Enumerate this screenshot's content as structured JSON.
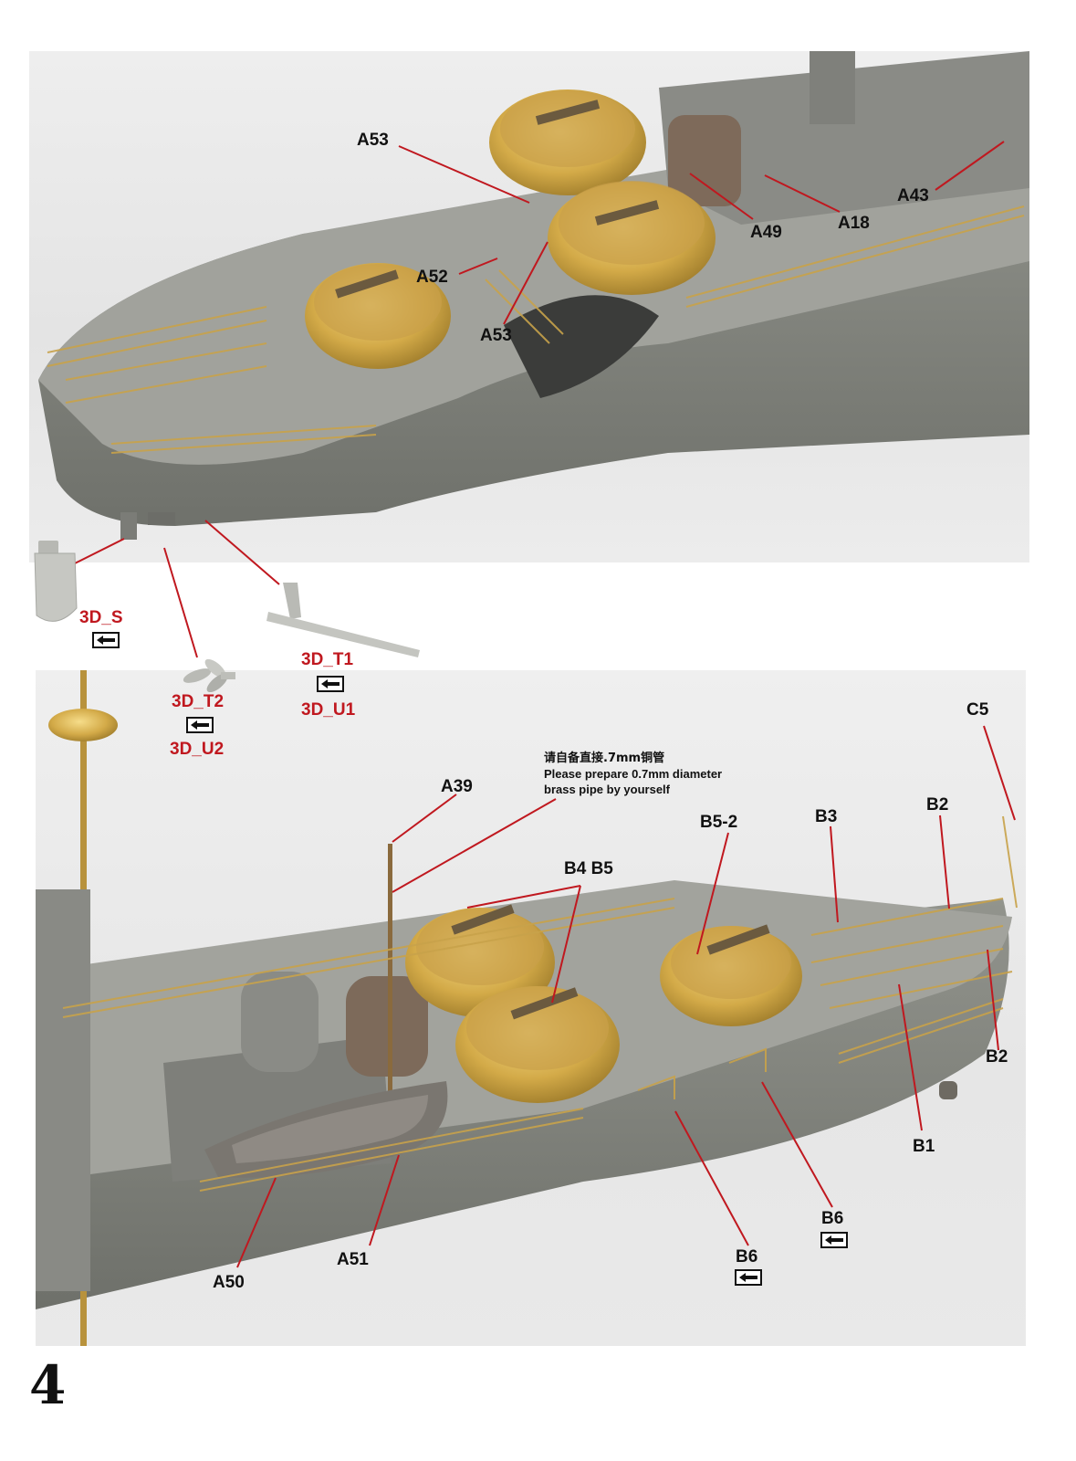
{
  "page_number": "4",
  "top_photo": {
    "labels": {
      "a53_top": "A53",
      "a53_bottom": "A53",
      "a52": "A52",
      "a49": "A49",
      "a18": "A18",
      "a43": "A43"
    }
  },
  "loose_parts": {
    "rudder": "3D_S",
    "propeller_a": "3D_T2",
    "propeller_b": "3D_U2",
    "shaft_a": "3D_T1",
    "shaft_b": "3D_U1"
  },
  "bottom_photo": {
    "note_lines": [
      "请自备直接.7mm铜管",
      "Please prepare 0.7mm diameter",
      "brass pipe by yourself"
    ],
    "labels": {
      "a39": "A39",
      "b4b5": "B4 B5",
      "b5_2": "B5-2",
      "b3": "B3",
      "b2_top": "B2",
      "b2_right": "B2",
      "c5": "C5",
      "b1": "B1",
      "b6_right": "B6",
      "b6_left": "B6",
      "a51": "A51",
      "a50": "A50"
    }
  },
  "colors": {
    "hull_grey": "#8a8c85",
    "deck_grey": "#9d9e98",
    "brass": "#d8b456",
    "leader_red": "#c0181f",
    "label_red": "#c0181f"
  }
}
